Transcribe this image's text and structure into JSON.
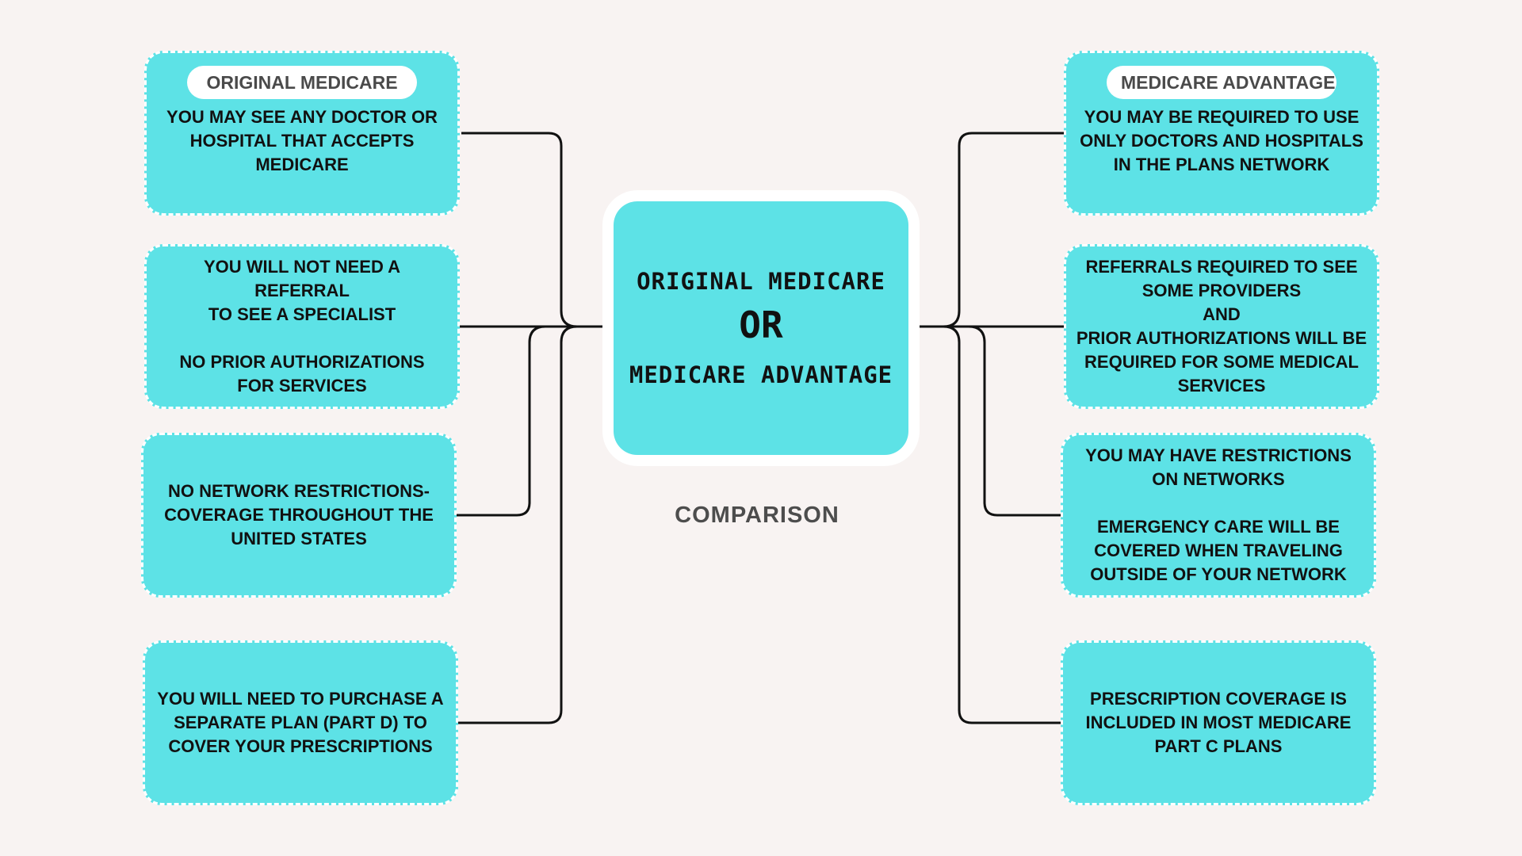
{
  "center": {
    "line1": "ORIGINAL MEDICARE",
    "or": "OR",
    "line2": "MEDICARE ADVANTAGE"
  },
  "caption": "COMPARISON",
  "left_boxes": [
    {
      "heading": "ORIGINAL MEDICARE",
      "text": "YOU MAY SEE ANY DOCTOR OR\nHOSPITAL THAT ACCEPTS\nMEDICARE"
    },
    {
      "text": "YOU WILL NOT NEED A REFERRAL\nTO SEE A SPECIALIST\n\nNO PRIOR AUTHORIZATIONS\nFOR SERVICES"
    },
    {
      "text": "NO NETWORK RESTRICTIONS-\nCOVERAGE THROUGHOUT THE\nUNITED STATES"
    },
    {
      "text": "YOU WILL NEED TO PURCHASE A\nSEPARATE PLAN (PART D) TO\nCOVER YOUR PRESCRIPTIONS"
    }
  ],
  "right_boxes": [
    {
      "heading": "MEDICARE ADVANTAGE",
      "text": "YOU MAY BE REQUIRED TO USE\nONLY DOCTORS AND HOSPITALS\nIN THE PLANS NETWORK"
    },
    {
      "text": "REFERRALS REQUIRED TO SEE\nSOME PROVIDERS\nAND\nPRIOR AUTHORIZATIONS WILL BE\nREQUIRED FOR SOME MEDICAL\nSERVICES"
    },
    {
      "text": "YOU MAY HAVE RESTRICTIONS\nON NETWORKS\n\nEMERGENCY CARE WILL BE\nCOVERED WHEN TRAVELING\nOUTSIDE OF YOUR NETWORK"
    },
    {
      "text": "PRESCRIPTION COVERAGE IS\nINCLUDED IN MOST MEDICARE\nPART C PLANS"
    }
  ],
  "colors": {
    "background": "#f8f3f2",
    "box_fill": "#5de2e6",
    "box_border": "#ffffff",
    "connector": "#111111",
    "caption": "#4d4d4d"
  }
}
